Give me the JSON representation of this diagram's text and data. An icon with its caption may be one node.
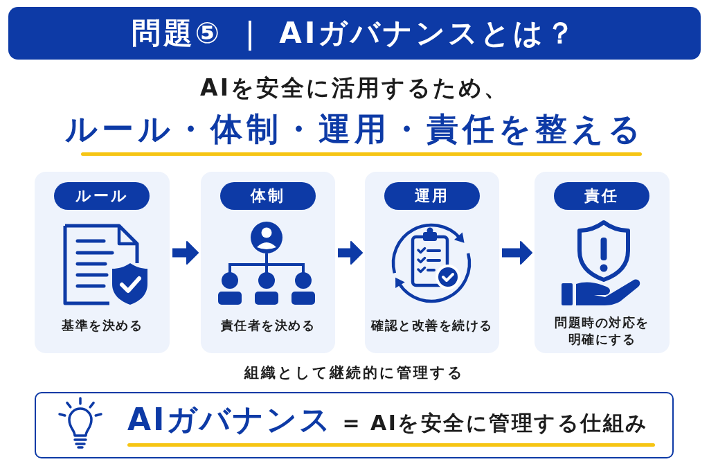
{
  "diagram": {
    "title": "問題⑤ ｜ AIガバナンスとは？",
    "nodes": [
      {
        "text": [
          "基準を決める"
        ]
      },
      {
        "text": [
          "ルール"
        ],
        "in": 0
      },
      {
        "text": [
          "責任者を決める"
        ]
      },
      {
        "text": [
          "体制"
        ],
        "in": 2
      },
      {
        "text": [
          "確認と改善を続ける"
        ]
      },
      {
        "text": [
          "運用"
        ],
        "in": 4
      },
      {
        "text": [
          "問題時の対応を明確にする"
        ]
      },
      {
        "text": [
          "責任"
        ],
        "in": 6
      },
      {
        "text": [
          "AIガバナンス",
          "= AIを安全に管理する仕組み"
        ]
      }
    ],
    "edges": [
      {
        "from": 0,
        "to": 2,
        "arrow": "to"
      },
      {
        "from": 2,
        "to": 4,
        "arrow": "to"
      },
      {
        "from": 4,
        "to": 6,
        "arrow": "to"
      }
    ],
    "labels": [
      "AIを安全に活用するため、",
      "ルール・体制・運用・責任を整える",
      "組織として継続的に管理する"
    ]
  }
}
